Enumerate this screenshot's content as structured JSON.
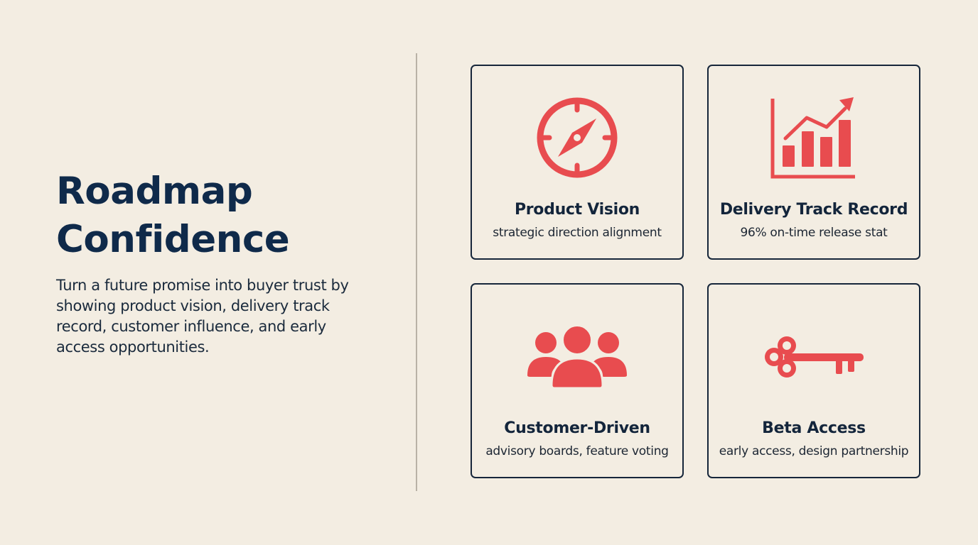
{
  "slide": {
    "title_line1": "Roadmap",
    "title_line2": "Confidence",
    "description": "Turn a future promise into buyer trust by showing product vision, delivery track record, customer influence, and early access opportunities."
  },
  "colors": {
    "background": "#f3ede2",
    "accent": "#e84c4f",
    "text_primary": "#0f2a4a",
    "card_border": "#16263a",
    "divider": "#b9b2a6"
  },
  "cards": [
    {
      "icon": "compass-icon",
      "title": "Product Vision",
      "subtitle": "strategic direction alignment"
    },
    {
      "icon": "bar-chart-trend-icon",
      "title": "Delivery Track Record",
      "subtitle": "96% on-time release stat"
    },
    {
      "icon": "users-group-icon",
      "title": "Customer-Driven",
      "subtitle": "advisory boards, feature voting"
    },
    {
      "icon": "key-icon",
      "title": "Beta Access",
      "subtitle": "early access, design partnership"
    }
  ]
}
